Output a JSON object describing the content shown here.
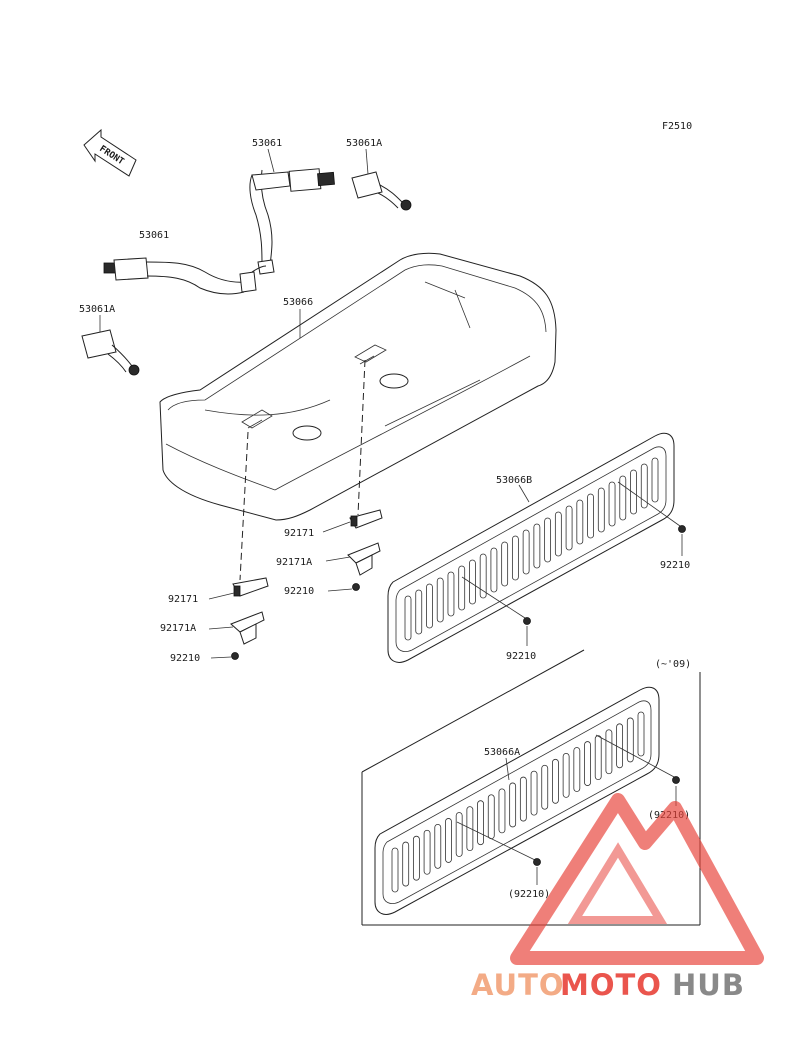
{
  "figure_code": "F2510",
  "front_arrow_label": "FRONT",
  "callouts": {
    "belt_upper": "53061",
    "buckle_upper": "53061A",
    "belt_lower": "53061",
    "buckle_lower": "53061A",
    "seat": "53066",
    "grille_b": "53066B",
    "bracket_right": "92171",
    "bracket_right_a": "92171A",
    "nut_right_bracket": "92210",
    "bracket_left": "92171",
    "bracket_left_a": "92171A",
    "nut_left_bracket": "92210",
    "nut_grille_b_right": "92210",
    "nut_grille_b_mid": "92210",
    "inset_note": "(~'09)",
    "grille_a": "53066A",
    "nut_grille_a_right": "(92210)",
    "nut_grille_a_mid": "(92210)"
  },
  "watermark": {
    "part1": "AUTO",
    "part2": "MOTO",
    "part3": "HUB",
    "color_light": "#f2a37a",
    "color_main": "#e8433a",
    "color_dark": "#7d7d7d"
  }
}
